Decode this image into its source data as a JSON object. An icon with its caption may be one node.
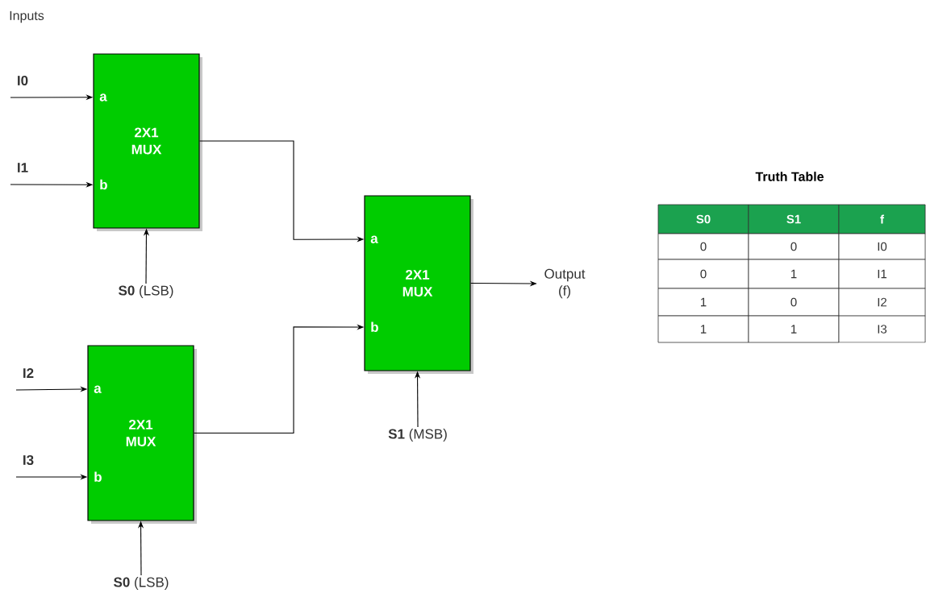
{
  "diagram": {
    "nodes": [
      {
        "text": [
          "a",
          "2X1 MUX",
          "b"
        ]
      },
      {
        "text": [
          "**S0** (LSB)"
        ]
      },
      {
        "text": [
          "a",
          "2X1 MUX",
          "b"
        ]
      },
      {
        "text": [
          "**S0** (LSB)"
        ]
      },
      {
        "text": [
          "a",
          "2X1 MUX",
          "b"
        ]
      },
      {
        "text": [
          "**S1** (MSB)"
        ]
      },
      {
        "text": [
          "Output (f)"
        ]
      }
    ],
    "edges": [
      {
        "from": null,
        "to": 0,
        "arrow": "to",
        "label": "I0"
      },
      {
        "from": null,
        "to": 0,
        "arrow": "to",
        "label": "I1"
      },
      {
        "from": 1,
        "to": 0,
        "arrow": "to"
      },
      {
        "from": null,
        "to": 2,
        "arrow": "to",
        "label": "I2"
      },
      {
        "from": null,
        "to": 2,
        "arrow": "to",
        "label": "I3"
      },
      {
        "from": 3,
        "to": 2,
        "arrow": "to"
      },
      {
        "from": 0,
        "to": 4,
        "arrow": "to"
      },
      {
        "from": 2,
        "to": 4,
        "arrow": "to"
      },
      {
        "from": 5,
        "to": 4,
        "arrow": "to"
      },
      {
        "from": 4,
        "to": 6,
        "arrow": "to"
      }
    ],
    "labels": [
      "Inputs",
      "Truth Table",
      "S0",
      "S1",
      "f",
      "0",
      "0",
      "I0",
      "0",
      "1",
      "I1",
      "1",
      "0",
      "I2",
      "1",
      "1",
      "I3"
    ]
  }
}
